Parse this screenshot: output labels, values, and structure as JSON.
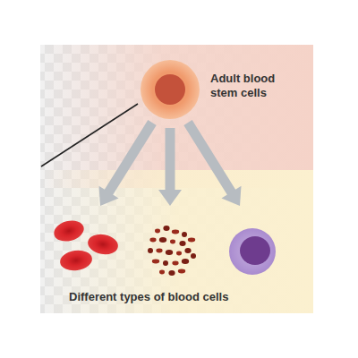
{
  "diagram": {
    "nodes": [
      {
        "text": [
          "Adult blood stem cells"
        ]
      },
      {
        "text": [
          "Different types of blood cells"
        ]
      }
    ],
    "edges": [
      {
        "from": 0,
        "to": 1,
        "arrow": "to"
      },
      {
        "from": 0,
        "to": 1,
        "arrow": "to"
      },
      {
        "from": 0,
        "to": 1,
        "arrow": "to"
      }
    ]
  }
}
